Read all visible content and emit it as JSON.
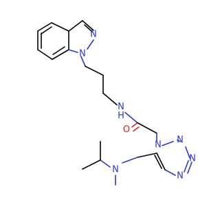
{
  "colors": {
    "carbon_bond": "#000000",
    "nitrogen": "#2a35d8",
    "oxygen": "#e02020",
    "background": "#ffffff"
  },
  "atoms": {
    "n_indazole_ring": "N",
    "n_indazole_sub": "N",
    "n_amide": "N",
    "h_amide": "H",
    "o_carbonyl": "O",
    "n_tetrazole_1": "N",
    "n_tetrazole_2": "N",
    "n_tetrazole_3": "N",
    "n_tetrazole_4": "N",
    "n_amine": "N"
  }
}
